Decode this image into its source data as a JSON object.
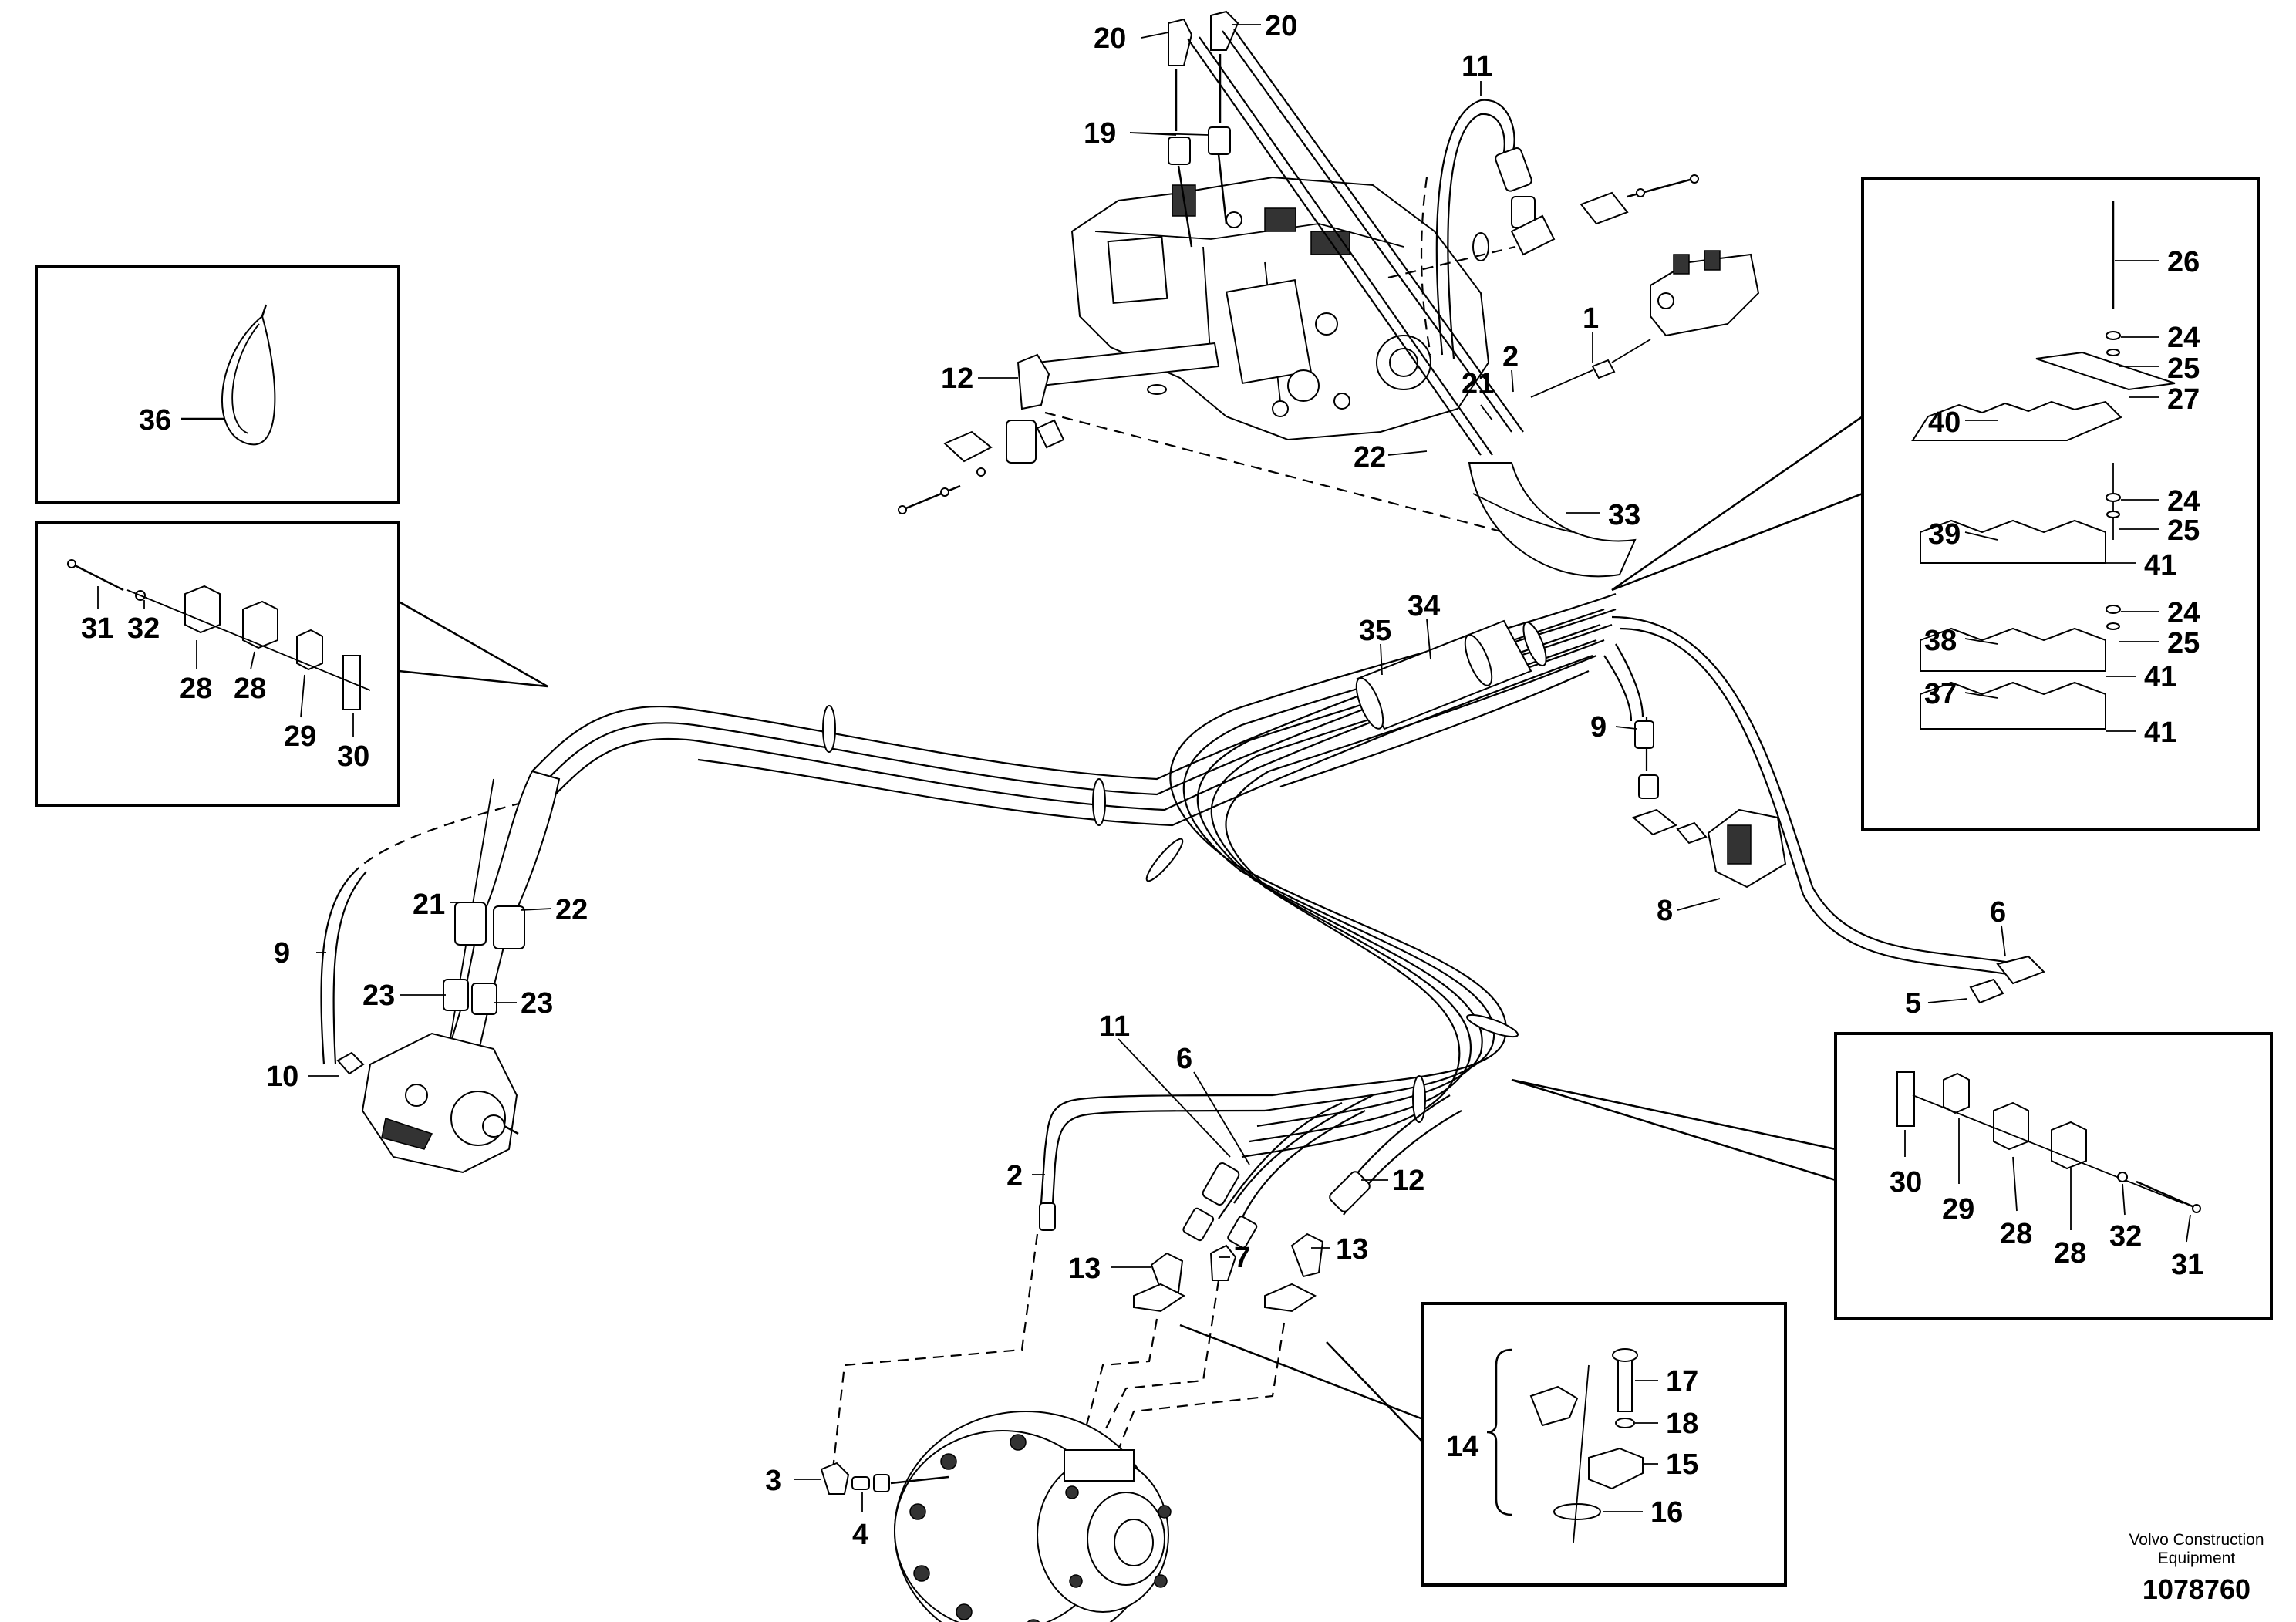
{
  "callouts": {
    "c20a": "20",
    "c20b": "20",
    "c19": "19",
    "c11a": "11",
    "c12a": "12",
    "c1": "1",
    "c2a": "2",
    "c21a": "21",
    "c22a": "22",
    "c33": "33",
    "c26": "26",
    "c24a": "24",
    "c25a": "25",
    "c27": "27",
    "c40": "40",
    "c24b": "24",
    "c25b": "25",
    "c39": "39",
    "c41a": "41",
    "c24c": "24",
    "c38": "38",
    "c25c": "25",
    "c41b": "41",
    "c37": "37",
    "c41c": "41",
    "c36": "36",
    "c31a": "31",
    "c32a": "32",
    "c28a": "28",
    "c28b": "28",
    "c29a": "29",
    "c30a": "30",
    "c35": "35",
    "c34": "34",
    "c9a": "9",
    "c8": "8",
    "c6a": "6",
    "c5": "5",
    "c21b": "21",
    "c22b": "22",
    "c9b": "9",
    "c23a": "23",
    "c23b": "23",
    "c10": "10",
    "c11b": "11",
    "c6b": "6",
    "c12b": "12",
    "c2b": "2",
    "c13a": "13",
    "c7": "7",
    "c13b": "13",
    "c30b": "30",
    "c29b": "29",
    "c28c": "28",
    "c28d": "28",
    "c32b": "32",
    "c31b": "31",
    "c17": "17",
    "c18": "18",
    "c14": "14",
    "c15": "15",
    "c16": "16",
    "c3": "3",
    "c4": "4"
  },
  "footer": {
    "brand_line1": "Volvo Construction",
    "brand_line2": "Equipment",
    "doc_number": "1078760"
  }
}
